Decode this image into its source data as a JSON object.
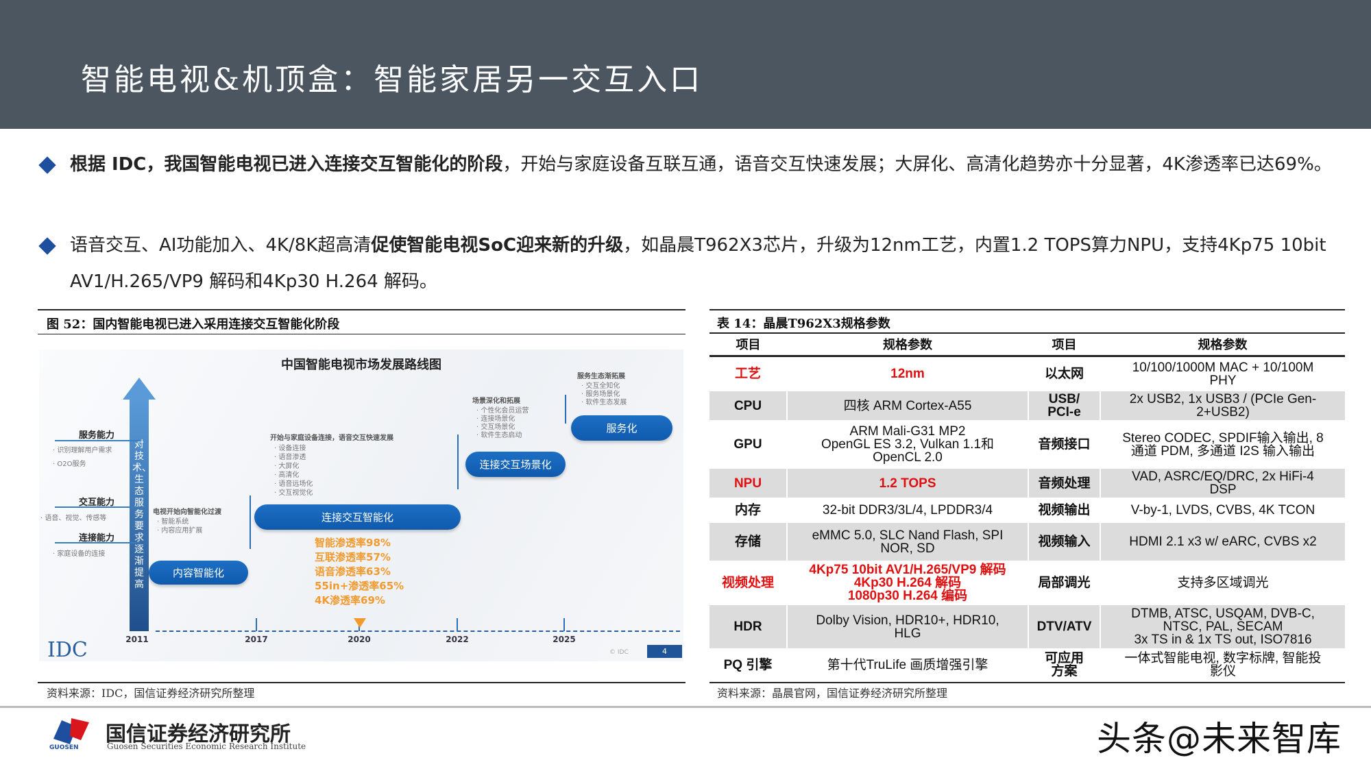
{
  "header": {
    "title": "智能电视&机顶盒：智能家居另一交互入口"
  },
  "bullets": [
    {
      "bold": "根据 IDC，我国智能电视已进入连接交互智能化的阶段",
      "rest": "，开始与家庭设备互联互通，语音交互快速发展；大屏化、高清化趋势亦十分显著，4K渗透率已达69%。"
    },
    {
      "pre": "语音交互、AI功能加入、4K/8K超高清",
      "bold": "促使智能电视SoC迎来新的升级",
      "rest": "，如晶晨T962X3芯片，升级为12nm工艺，内置1.2 TOPS算力NPU，支持4Kp75 10bit AV1/H.265/VP9 解码和4Kp30 H.264 解码。"
    }
  ],
  "figure": {
    "caption": "图 52：国内智能电视已进入采用连接交互智能化阶段",
    "title": "中国智能电视市场发展路线图",
    "arrow_text": "对技术、生态服务要求逐渐提高",
    "capabilities": [
      {
        "label": "服务能力",
        "items": [
          "识别理解用户需求",
          "O2O服务"
        ]
      },
      {
        "label": "交互能力",
        "items": [
          "语音、视觉、传感等"
        ]
      },
      {
        "label": "连接能力",
        "items": [
          "家庭设备的连接"
        ]
      }
    ],
    "stages": [
      "内容智能化",
      "连接交互智能化",
      "连接交互场景化",
      "服务化"
    ],
    "notes": [
      {
        "title": "电视开始向智能化过渡",
        "items": [
          "智能系统",
          "内容应用扩展"
        ]
      },
      {
        "title": "开始与家庭设备连接，语音交互快速发展",
        "items": [
          "设备连接",
          "语音渗透",
          "大屏化",
          "高清化",
          "语音远场化",
          "交互视觉化"
        ]
      },
      {
        "title": "场景深化和拓展",
        "items": [
          "个性化会员运营",
          "连接场景化",
          "交互场景化",
          "软件生态启动"
        ]
      },
      {
        "title": "服务生态渐拓展",
        "items": [
          "交互全知化",
          "服务场景化",
          "软件生态发展"
        ]
      }
    ],
    "stats": [
      "智能渗透率98%",
      "互联渗透率57%",
      "语音渗透率63%",
      "55in+渗透率65%",
      "4K渗透率69%"
    ],
    "years": [
      "2011",
      "2017",
      "2020",
      "2022",
      "2025"
    ],
    "logo": "IDC",
    "page": "4",
    "copyright": "© IDC",
    "source": "资料来源：IDC，国信证券经济研究所整理"
  },
  "table": {
    "caption": "表 14：晶晨T962X3规格参数",
    "headers": [
      "项目",
      "规格参数",
      "项目",
      "规格参数"
    ],
    "rows": [
      {
        "k1": "工艺",
        "v1": "12nm",
        "k2": "以太网",
        "v2": "10/100/1000M MAC + 10/100M\nPHY",
        "red": true,
        "gray": false
      },
      {
        "k1": "CPU",
        "v1": "四核 ARM Cortex-A55",
        "k2": "USB/\nPCI-e",
        "v2": "2x USB2, 1x USB3 / (PCIe Gen-\n2+USB2)",
        "red": false,
        "gray": true
      },
      {
        "k1": "GPU",
        "v1": "ARM Mali-G31 MP2\nOpenGL ES 3.2, Vulkan 1.1和\nOpenCL 2.0",
        "k2": "音频接口",
        "v2": "Stereo CODEC, SPDIF输入输出, 8\n通道 PDM, 多通道 I2S 输入输出",
        "red": false,
        "gray": false
      },
      {
        "k1": "NPU",
        "v1": "1.2 TOPS",
        "k2": "音频处理",
        "v2": "VAD, ASRC/EQ/DRC, 2x HiFi-4\nDSP",
        "red": true,
        "gray": true
      },
      {
        "k1": "内存",
        "v1": "32-bit DDR3/3L/4, LPDDR3/4",
        "k2": "视频输出",
        "v2": "V-by-1, LVDS, CVBS, 4K TCON",
        "red": false,
        "gray": false
      },
      {
        "k1": "存储",
        "v1": "eMMC 5.0, SLC Nand Flash, SPI\nNOR, SD",
        "k2": "视频输入",
        "v2": "HDMI 2.1 x3 w/ eARC, CVBS x2",
        "red": false,
        "gray": true
      },
      {
        "k1": "视频处理",
        "v1": "4Kp75 10bit AV1/H.265/VP9 解码\n4Kp30 H.264 解码\n1080p30 H.264 编码",
        "k2": "局部调光",
        "v2": "支持多区域调光",
        "red": true,
        "gray": false
      },
      {
        "k1": "HDR",
        "v1": "Dolby Vision, HDR10+, HDR10,\nHLG",
        "k2": "DTV/ATV",
        "v2": "DTMB, ATSC, USQAM, DVB-C,\nNTSC, PAL, SECAM\n3x TS in & 1x TS out, ISO7816",
        "red": false,
        "gray": true
      },
      {
        "k1": "PQ 引擎",
        "v1": "第十代TruLife 画质增强引擎",
        "k2": "可应用\n方案",
        "v2": "一体式智能电视, 数字标牌, 智能投\n影仪",
        "red": false,
        "gray": false
      }
    ],
    "source": "资料来源：晶晨官网，国信证券经济研究所整理"
  },
  "footer": {
    "org_cn": "国信证券经济研究所",
    "org_en": "Guosen Securities Economic Research Institute",
    "logo_text": "GUOSEN",
    "watermark": "头条@未来智库"
  },
  "colors": {
    "header_bg": "#4b5661",
    "accent_blue": "#1d4f9e",
    "highlight_red": "#e01010",
    "stat_orange": "#f29a2e"
  }
}
